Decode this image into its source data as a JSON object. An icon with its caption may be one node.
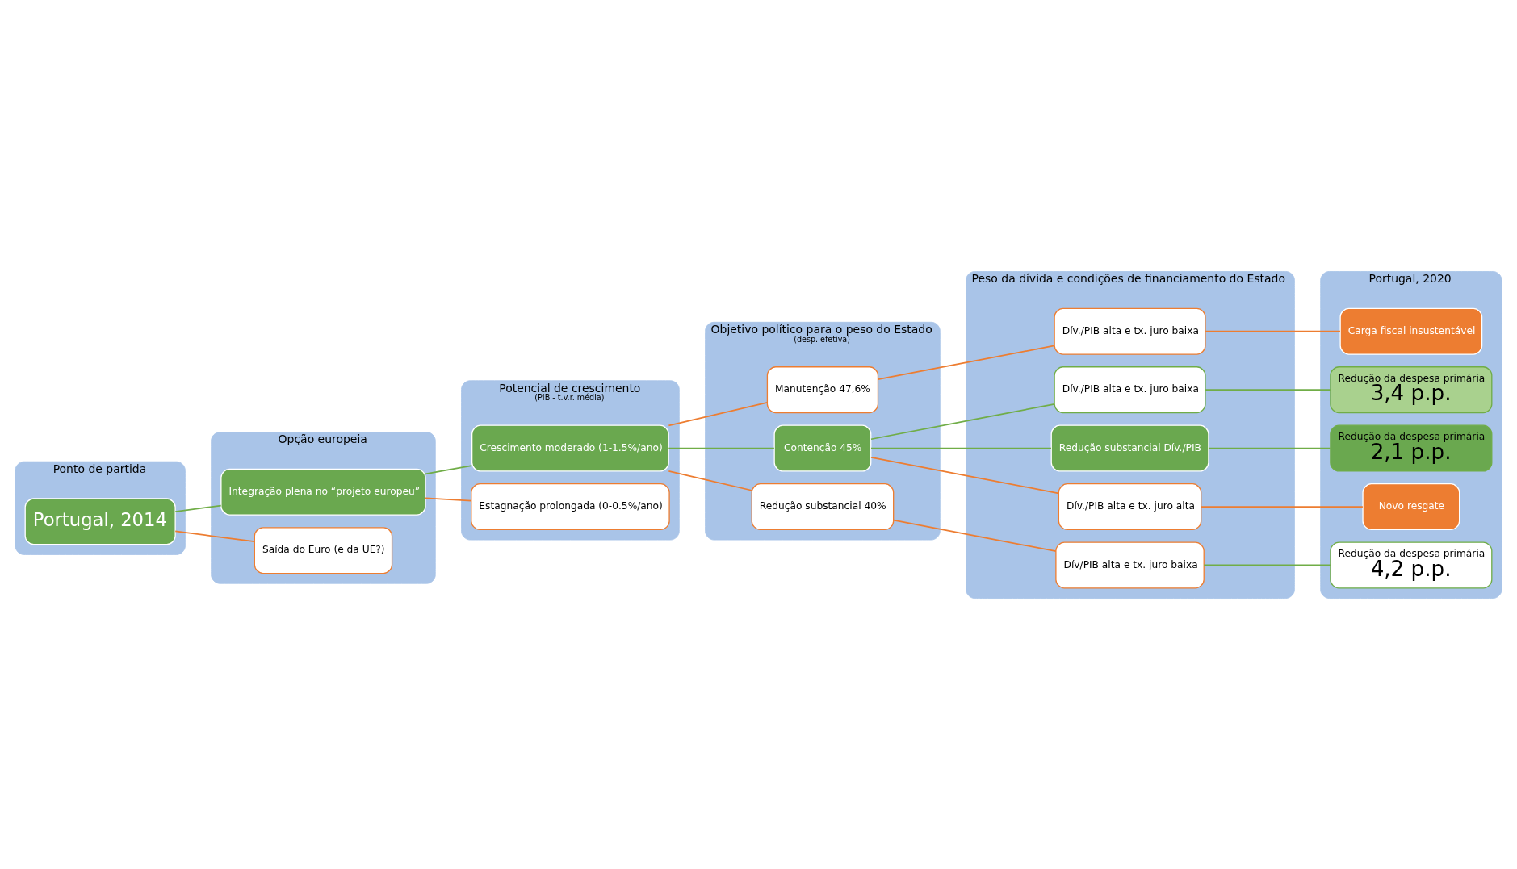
{
  "diagram": {
    "nodes": [
      {
        "text": [
          "Ponto de partida"
        ]
      },
      {
        "text": [
          "Portugal, 2014"
        ],
        "in": 0
      },
      {
        "text": [
          "Opção europeia"
        ]
      },
      {
        "text": [
          "Integração plena no “projeto europeu”"
        ],
        "in": 2
      },
      {
        "text": [
          "Saída do Euro (e da UE?)"
        ],
        "in": 2
      },
      {
        "text": [
          "Potencial de crescimento",
          "(PIB - t.v.r. média)"
        ]
      },
      {
        "text": [
          "Crescimento moderado (1-1.5%/ano)"
        ],
        "in": 5
      },
      {
        "text": [
          "Estagnação prolongada (0-0.5%/ano)"
        ],
        "in": 5
      },
      {
        "text": [
          "Objetivo político para o peso do Estado",
          "(desp. efetiva)"
        ]
      },
      {
        "text": [
          "Manutenção 47,6%"
        ],
        "in": 8
      },
      {
        "text": [
          "Contenção 45%"
        ],
        "in": 8
      },
      {
        "text": [
          "Redução substancial 40%"
        ],
        "in": 8
      },
      {
        "text": [
          "Peso da dívida e condições de financiamento do Estado"
        ]
      },
      {
        "text": [
          "Dív./PIB alta e tx. juro baixa"
        ],
        "in": 12
      },
      {
        "text": [
          "Dív./PIB alta e tx. juro baixa"
        ],
        "in": 12
      },
      {
        "text": [
          "Redução substancial Dív./PIB"
        ],
        "in": 12
      },
      {
        "text": [
          "Dív./PIB alta e tx. juro alta"
        ],
        "in": 12
      },
      {
        "text": [
          "Dív/PIB alta e tx. juro baixa"
        ],
        "in": 12
      },
      {
        "text": [
          "Portugal, 2020"
        ]
      },
      {
        "text": [
          "Carga fiscal insustentável"
        ],
        "in": 18
      },
      {
        "text": [
          "Redução da despesa primária",
          "3,4 p.p."
        ],
        "in": 18
      },
      {
        "text": [
          "Redução da despesa primária",
          "2,1 p.p."
        ],
        "in": 18
      },
      {
        "text": [
          "Novo resgate"
        ],
        "in": 18
      },
      {
        "text": [
          "Redução da despesa primária",
          "4,2 p.p."
        ],
        "in": 18
      }
    ],
    "edges": [
      {
        "from": 1,
        "to": 3,
        "arrow": "none",
        "color": "#70ad47"
      },
      {
        "from": 1,
        "to": 4,
        "arrow": "none"
      },
      {
        "from": 3,
        "to": 6,
        "arrow": "none",
        "color": "#70ad47"
      },
      {
        "from": 3,
        "to": 7,
        "arrow": "none"
      },
      {
        "from": 6,
        "to": 9,
        "arrow": "none"
      },
      {
        "from": 6,
        "to": 10,
        "arrow": "none",
        "color": "#70ad47"
      },
      {
        "from": 6,
        "to": 11,
        "arrow": "none"
      },
      {
        "from": 9,
        "to": 13,
        "arrow": "none"
      },
      {
        "from": 10,
        "to": 14,
        "arrow": "none",
        "color": "#70ad47"
      },
      {
        "from": 10,
        "to": 15,
        "arrow": "none",
        "color": "#70ad47"
      },
      {
        "from": 10,
        "to": 16,
        "arrow": "none"
      },
      {
        "from": 11,
        "to": 17,
        "arrow": "none"
      },
      {
        "from": 13,
        "to": 19,
        "arrow": "none"
      },
      {
        "from": 14,
        "to": 20,
        "arrow": "none",
        "color": "#70ad47"
      },
      {
        "from": 15,
        "to": 21,
        "arrow": "none",
        "color": "#70ad47"
      },
      {
        "from": 16,
        "to": 22,
        "arrow": "none"
      },
      {
        "from": 17,
        "to": 23,
        "arrow": "none",
        "color": "#70ad47"
      }
    ]
  }
}
